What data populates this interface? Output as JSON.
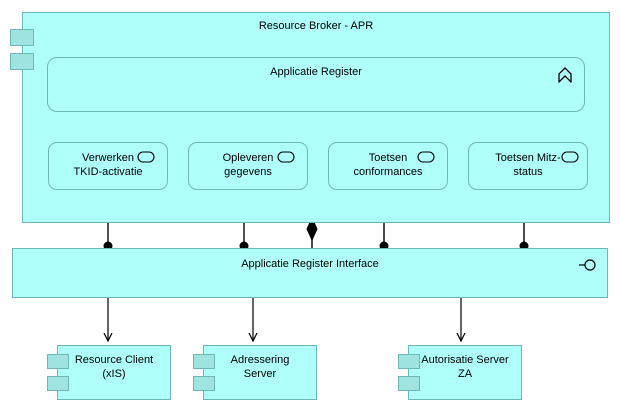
{
  "diagram": {
    "type": "archimate-application-layer",
    "title": "Resource Broker - APR",
    "background_color": "#FFFFFF",
    "node_fill": "#AFFFFB",
    "node_border": "#6FB7B7",
    "tab_fill": "#9FE4E0",
    "line_color": "#000000"
  },
  "broker": {
    "label": "Resource Broker - APR",
    "icon": "component-icon"
  },
  "app_register": {
    "label": "Applicatie Register",
    "icon": "application-collaboration-chevron-icon"
  },
  "functions": [
    {
      "label": "Verwerken\nTKID-activatie",
      "icon": "application-function-icon"
    },
    {
      "label": "Opleveren\ngegevens",
      "icon": "application-function-icon"
    },
    {
      "label": "Toetsen\nconformances",
      "icon": "application-function-icon"
    },
    {
      "label": "Toetsen Mitz-\nstatus",
      "icon": "application-function-icon"
    }
  ],
  "app_interface": {
    "label": "Applicatie Register Interface",
    "icon": "interface-lollipop-icon"
  },
  "bottom_components": [
    {
      "label": "Resource Client\n(xIS)",
      "icon": "component-icon"
    },
    {
      "label": "Adressering\nServer",
      "icon": "component-icon"
    },
    {
      "label": "Autorisatie Server\nZA",
      "icon": "component-icon"
    }
  ],
  "connectors": {
    "realization": {
      "name": "realization-dashed-hollow-triangle",
      "count": 4,
      "from": "Applicatie Register",
      "to": [
        "Verwerken TKID-activatie",
        "Opleveren gegevens",
        "Toetsen conformances",
        "Toetsen Mitz-status"
      ]
    },
    "assignment": {
      "name": "assignment-ball-to-arrow",
      "count": 4,
      "from": "Applicatie Register Interface",
      "to": [
        "Verwerken TKID-activatie",
        "Opleveren gegevens",
        "Toetsen conformances",
        "Toetsen Mitz-status"
      ]
    },
    "composition": {
      "name": "composition-filled-diamond",
      "count": 1,
      "from": "Resource Broker - APR",
      "to": "Applicatie Register Interface"
    },
    "serving": {
      "name": "serving-open-arrow",
      "count": 3,
      "from": "Applicatie Register Interface",
      "to": [
        "Resource Client (xIS)",
        "Adressering Server",
        "Autorisatie Server ZA"
      ]
    }
  }
}
